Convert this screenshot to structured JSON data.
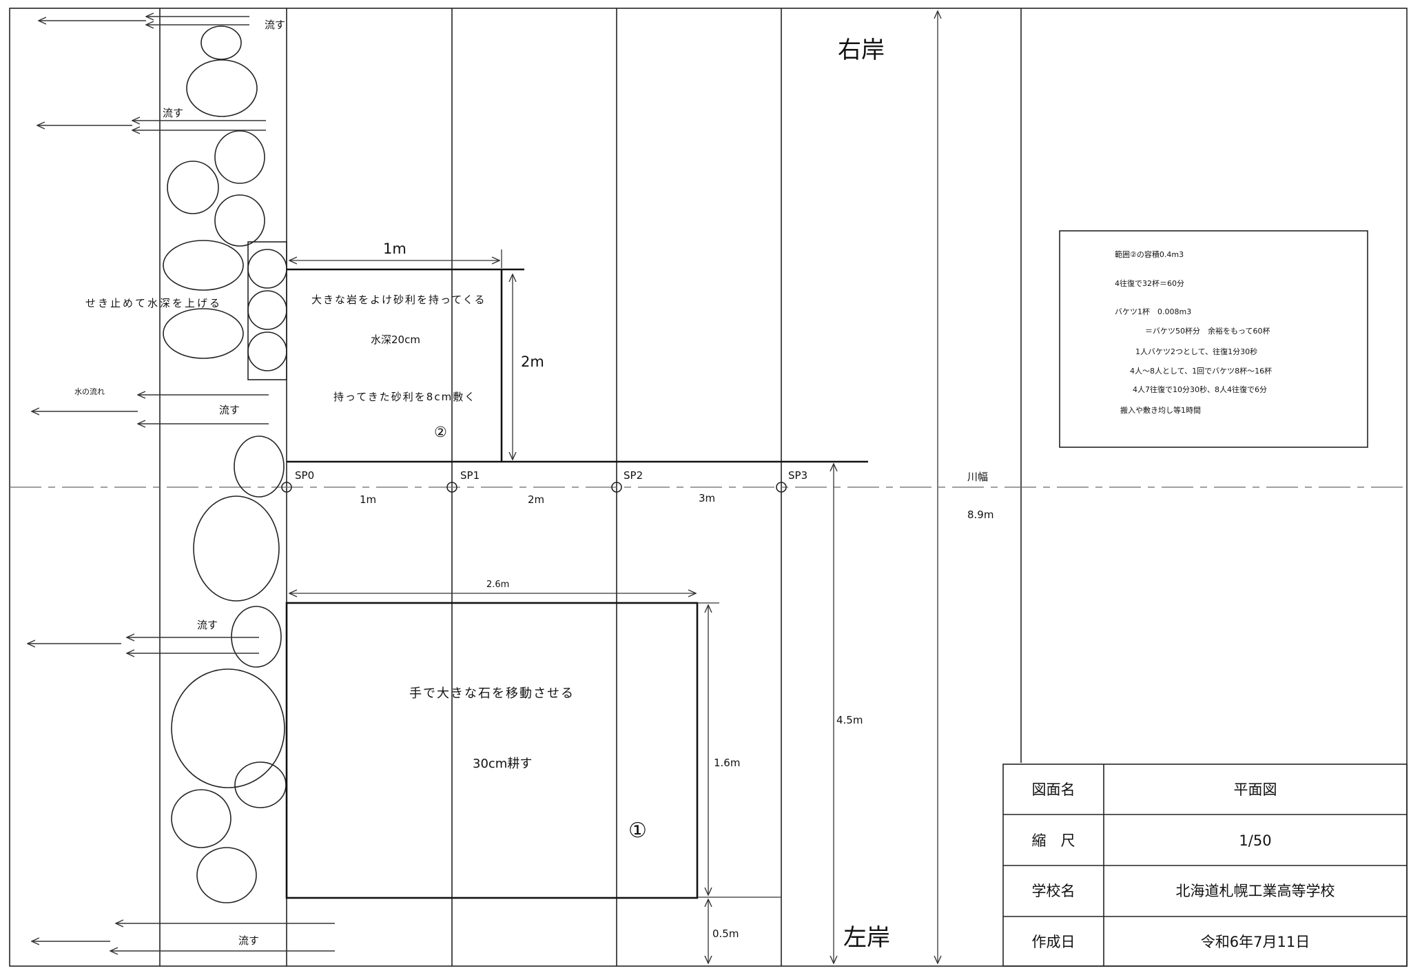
{
  "banks": {
    "right": "右岸",
    "left": "左岸"
  },
  "flow_labels": [
    "流す",
    "流す",
    "流す",
    "流す",
    "流す"
  ],
  "water_flow_label": "水の流れ",
  "dam_note": "せき止めて水深を上げる",
  "stations": [
    "SP0",
    "SP1",
    "SP2",
    "SP3"
  ],
  "station_intervals": [
    "1m",
    "2m",
    "3m"
  ],
  "area2": {
    "marker": "②",
    "width": "1m",
    "height": "2m",
    "notes": [
      "大きな岩をよけ砂利を持ってくる",
      "水深20cm",
      "持ってきた砂利を8cm敷く"
    ]
  },
  "area1": {
    "marker": "①",
    "width": "2.6m",
    "height": "1.6m",
    "offset": "0.5m",
    "notes": [
      "手で大きな石を移動させる",
      "30cm耕す"
    ]
  },
  "dims": {
    "channel_depth": "4.5m",
    "river_width_label": "川幅",
    "river_width": "8.9m"
  },
  "calc_notes": [
    "範囲②の容積0.4m3",
    "4往復で32杯＝60分",
    "バケツ1杯　0.008m3",
    "＝バケツ50杯分　余裕をもって60杯",
    "1人バケツ2つとして、往復1分30秒",
    "4人～8人として、1回でバケツ8杯～16杯",
    "4人7往復で10分30秒、8人4往復で6分",
    "搬入や敷き均し等1時間"
  ],
  "title_block": [
    {
      "label": "図面名",
      "value": "平面図"
    },
    {
      "label": "縮　尺",
      "value": "1/50"
    },
    {
      "label": "学校名",
      "value": "北海道札幌工業高等学校"
    },
    {
      "label": "作成日",
      "value": "令和6年7月11日"
    }
  ]
}
